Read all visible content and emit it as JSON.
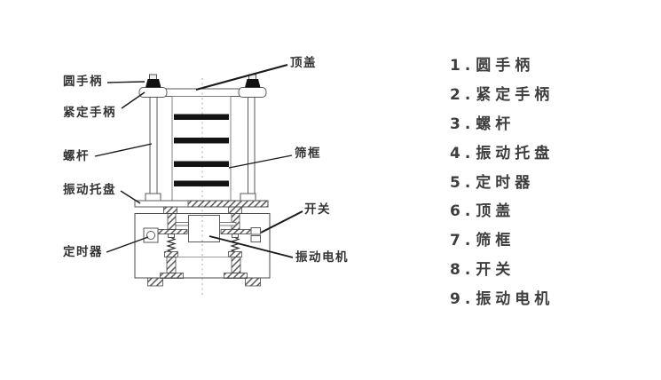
{
  "diagram": {
    "labels": {
      "round_handle": "圆手柄",
      "locking_handle": "紧定手柄",
      "screw_rod": "螺杆",
      "vibration_tray": "振动托盘",
      "timer": "定时器",
      "top_cover": "顶盖",
      "sieve_frame": "筛框",
      "switch": "开关",
      "vibration_motor": "振动电机"
    }
  },
  "parts_list": {
    "items": [
      {
        "number": "1.",
        "name": "圆手柄"
      },
      {
        "number": "2.",
        "name": "紧定手柄"
      },
      {
        "number": "3.",
        "name": "螺杆"
      },
      {
        "number": "4.",
        "name": "振动托盘"
      },
      {
        "number": "5.",
        "name": "定时器"
      },
      {
        "number": "6.",
        "name": "顶盖"
      },
      {
        "number": "7.",
        "name": "筛框"
      },
      {
        "number": "8.",
        "name": "开关"
      },
      {
        "number": "9.",
        "name": "振动电机"
      }
    ]
  },
  "colors": {
    "background": "#ffffff",
    "machine_line": "#5a5a5a",
    "sieve_band": "#141414",
    "knob": "#111111",
    "leader_line": "#1a1a1a",
    "centerline": "#a8a8a8",
    "label_text": "#333333",
    "list_text": "#3d3d3d"
  }
}
